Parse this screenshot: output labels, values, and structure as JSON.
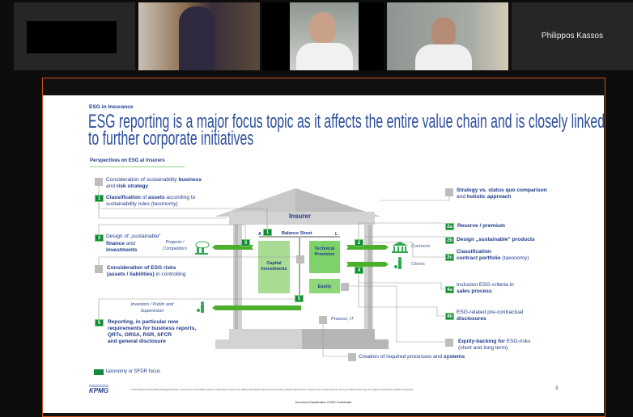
{
  "meeting": {
    "participant_name": "Philippos Kassos"
  },
  "slide": {
    "section": "ESG in Insurance",
    "title_line1": "ESG reporting is a major focus topic as it affects the entire value chain and is closely linked",
    "title_line2": "to further corporate initiatives",
    "subtitle": "Perspectives on ESG at Insurers",
    "building": {
      "label": "Insurer",
      "balance_sheet": "Balance Sheet",
      "assets": "A",
      "liabilities": "L",
      "capital": "Capital investments",
      "technical": "Technical Provision",
      "equity": "Equity",
      "process": "Process, IT"
    },
    "actors": {
      "projects": "Projects / Competitors",
      "investors": "Investors / Public and Supervision",
      "contracts": "Contracts",
      "clients": "Clients"
    },
    "left": [
      {
        "badge": "",
        "bold1": "",
        "text1": "Consideration of sustainability ",
        "bold2": "business",
        "line2a": "and ",
        "line2b": "risk strategy"
      },
      {
        "badge": "1",
        "b": "Classification",
        "t1": " of ",
        "b2": "assets",
        "t2": " according to",
        "line2": "sustainability rules (taxonomy)"
      },
      {
        "badge": "3",
        "line1": "Design of „sustainable“",
        "line2b": "finance",
        "line2": " and",
        "line3": "investments"
      },
      {
        "badge": "",
        "line1": "Consideration of ESG risks",
        "line2b": "(assets / liabilities)",
        "line2": " in controlling"
      },
      {
        "badge": "5",
        "line1": "Reporting, in particular new",
        "line2": "requirements for business reports,",
        "line3": "QRTs, ORSA, RSR, SFCR",
        "line4": "and general disclosure"
      }
    ],
    "right": [
      {
        "badge": "",
        "line1": "Strategy vs. status quo comparison",
        "line2a": "and ",
        "line2b": "holistic approach"
      },
      {
        "badge": "2a",
        "line1": "Reserve /  premium"
      },
      {
        "badge": "2b",
        "line1": "Design „sustainable“ products"
      },
      {
        "badge": "2c",
        "line1": "Classification",
        "line2b": "contract portfolio",
        "line2": " (taxonomy)"
      },
      {
        "badge": "4a",
        "line1": "Inclusion ESG-criteria  in",
        "line2": "sales process"
      },
      {
        "badge": "4b",
        "line1": "ESG-related pre-contractual",
        "line2": "disclosures"
      },
      {
        "badge": "",
        "line1b": "Equity-backing for",
        "line1": " ESG-risks",
        "line2": "(short and long term)"
      }
    ],
    "bottom": {
      "text": "Creation of required processes and ",
      "bold": "systems"
    },
    "legend": "taxonomy or SFDR focus",
    "logo": "KPMG",
    "copyright": "© 2021 KPMG AG Wirtschaftsprüfungsgesellschaft, a member firm of the KPMG network of independent member firms affiliated with KPMG International Cooperative (\"KPMG International\"), a Swiss entity. All rights reserved. The name KPMG and the logo are registered trademarks of KPMG International.",
    "page": "3",
    "classification": "Document Classification: KPMG Confidential"
  },
  "colors": {
    "navy": "#1e3a8a",
    "green": "#0f8a3a",
    "arrow": "#4caf2e",
    "grey": "#bdbdbd",
    "frame": "#c8521d"
  }
}
